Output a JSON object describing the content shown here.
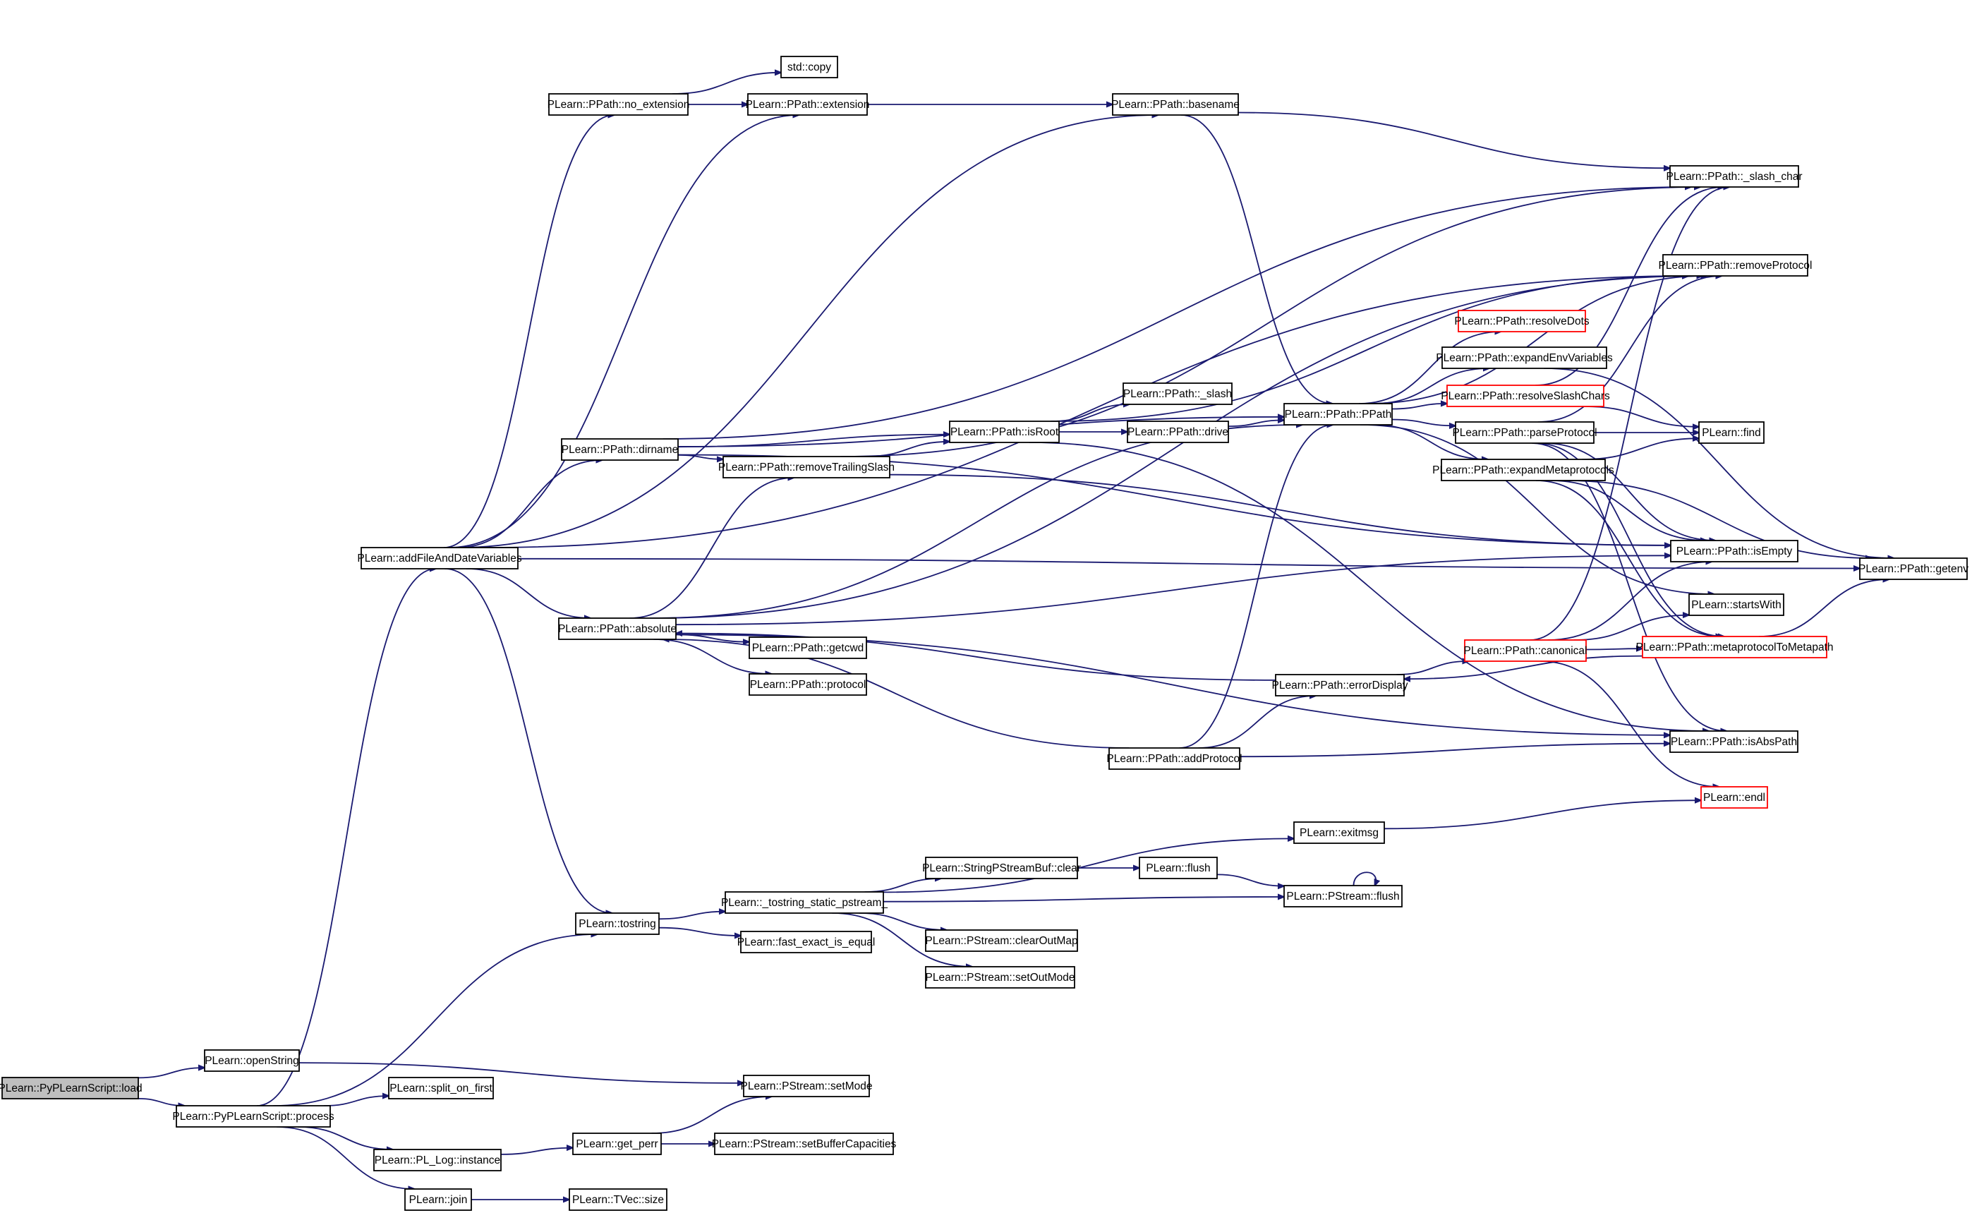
{
  "graph": {
    "edge_color": "#191970",
    "root_fill": "#bfbfbf",
    "truncated_border_color": "#ff0000",
    "nodes": [
      {
        "id": "load",
        "label": "PLearn::PyPLearnScript::load",
        "root": true
      },
      {
        "id": "openString",
        "label": "PLearn::openString"
      },
      {
        "id": "process",
        "label": "PLearn::PyPLearnScript::process"
      },
      {
        "id": "addFileAndDateVariables",
        "label": "PLearn::addFileAndDateVariables"
      },
      {
        "id": "no_extension",
        "label": "PLearn::PPath::no_extension"
      },
      {
        "id": "stdcopy",
        "label": "std::copy"
      },
      {
        "id": "extension",
        "label": "PLearn::PPath::extension"
      },
      {
        "id": "basename",
        "label": "PLearn::PPath::basename"
      },
      {
        "id": "slash_char",
        "label": "PLearn::PPath::_slash_char"
      },
      {
        "id": "removeProtocol",
        "label": "PLearn::PPath::removeProtocol"
      },
      {
        "id": "resolveDots",
        "label": "PLearn::PPath::resolveDots",
        "truncated": true
      },
      {
        "id": "expandEnvVariables",
        "label": "PLearn::PPath::expandEnvVariables"
      },
      {
        "id": "resolveSlashChars",
        "label": "PLearn::PPath::resolveSlashChars",
        "truncated": true
      },
      {
        "id": "slash",
        "label": "PLearn::PPath::_slash"
      },
      {
        "id": "PPath",
        "label": "PLearn::PPath::PPath"
      },
      {
        "id": "parseProtocol",
        "label": "PLearn::PPath::parseProtocol"
      },
      {
        "id": "find",
        "label": "PLearn::find"
      },
      {
        "id": "dirname",
        "label": "PLearn::PPath::dirname"
      },
      {
        "id": "isRoot",
        "label": "PLearn::PPath::isRoot"
      },
      {
        "id": "drive",
        "label": "PLearn::PPath::drive"
      },
      {
        "id": "removeTrailingSlash",
        "label": "PLearn::PPath::removeTrailingSlash"
      },
      {
        "id": "expandMetaprotocols",
        "label": "PLearn::PPath::expandMetaprotocols"
      },
      {
        "id": "isEmpty",
        "label": "PLearn::PPath::isEmpty"
      },
      {
        "id": "getenv",
        "label": "PLearn::PPath::getenv"
      },
      {
        "id": "startsWith",
        "label": "PLearn::startsWith"
      },
      {
        "id": "absolute",
        "label": "PLearn::PPath::absolute"
      },
      {
        "id": "canonical",
        "label": "PLearn::PPath::canonical",
        "truncated": true
      },
      {
        "id": "metaprotocolToMetapath",
        "label": "PLearn::PPath::metaprotocolToMetapath",
        "truncated": true
      },
      {
        "id": "getcwd",
        "label": "PLearn::PPath::getcwd"
      },
      {
        "id": "protocol",
        "label": "PLearn::PPath::protocol"
      },
      {
        "id": "errorDisplay",
        "label": "PLearn::PPath::errorDisplay"
      },
      {
        "id": "isAbsPath",
        "label": "PLearn::PPath::isAbsPath"
      },
      {
        "id": "addProtocol",
        "label": "PLearn::PPath::addProtocol"
      },
      {
        "id": "endl",
        "label": "PLearn::endl",
        "truncated": true
      },
      {
        "id": "exitmsg",
        "label": "PLearn::exitmsg"
      },
      {
        "id": "SPBclear",
        "label": "PLearn::StringPStreamBuf::clear"
      },
      {
        "id": "flush",
        "label": "PLearn::flush"
      },
      {
        "id": "PStreamflush",
        "label": "PLearn::PStream::flush"
      },
      {
        "id": "tostring",
        "label": "PLearn::tostring"
      },
      {
        "id": "tostring_static",
        "label": "PLearn::_tostring_static_pstream_"
      },
      {
        "id": "fast_exact",
        "label": "PLearn::fast_exact_is_equal"
      },
      {
        "id": "clearOutMap",
        "label": "PLearn::PStream::clearOutMap"
      },
      {
        "id": "setOutMode",
        "label": "PLearn::PStream::setOutMode"
      },
      {
        "id": "setMode",
        "label": "PLearn::PStream::setMode"
      },
      {
        "id": "split_on_first",
        "label": "PLearn::split_on_first"
      },
      {
        "id": "PL_Log",
        "label": "PLearn::PL_Log::instance"
      },
      {
        "id": "get_perr",
        "label": "PLearn::get_perr"
      },
      {
        "id": "setBufferCapacities",
        "label": "PLearn::PStream::setBufferCapacities"
      },
      {
        "id": "join",
        "label": "PLearn::join"
      },
      {
        "id": "TVecsize",
        "label": "PLearn::TVec::size"
      }
    ],
    "edges": [
      [
        "load",
        "openString"
      ],
      [
        "load",
        "process"
      ],
      [
        "openString",
        "setMode"
      ],
      [
        "process",
        "addFileAndDateVariables"
      ],
      [
        "process",
        "split_on_first"
      ],
      [
        "process",
        "PL_Log"
      ],
      [
        "process",
        "join"
      ],
      [
        "process",
        "tostring"
      ],
      [
        "addFileAndDateVariables",
        "no_extension"
      ],
      [
        "addFileAndDateVariables",
        "extension"
      ],
      [
        "addFileAndDateVariables",
        "basename"
      ],
      [
        "addFileAndDateVariables",
        "removeProtocol"
      ],
      [
        "addFileAndDateVariables",
        "dirname"
      ],
      [
        "addFileAndDateVariables",
        "absolute"
      ],
      [
        "addFileAndDateVariables",
        "tostring"
      ],
      [
        "addFileAndDateVariables",
        "getenv"
      ],
      [
        "no_extension",
        "stdcopy"
      ],
      [
        "no_extension",
        "extension"
      ],
      [
        "extension",
        "basename"
      ],
      [
        "basename",
        "slash_char"
      ],
      [
        "basename",
        "PPath"
      ],
      [
        "dirname",
        "slash_char"
      ],
      [
        "dirname",
        "isRoot"
      ],
      [
        "dirname",
        "removeTrailingSlash"
      ],
      [
        "dirname",
        "PPath"
      ],
      [
        "dirname",
        "isEmpty"
      ],
      [
        "isRoot",
        "slash"
      ],
      [
        "isRoot",
        "drive"
      ],
      [
        "isRoot",
        "removeProtocol"
      ],
      [
        "isRoot",
        "isAbsPath"
      ],
      [
        "drive",
        "PPath"
      ],
      [
        "removeTrailingSlash",
        "slash_char"
      ],
      [
        "removeTrailingSlash",
        "isRoot"
      ],
      [
        "removeTrailingSlash",
        "isEmpty"
      ],
      [
        "PPath",
        "resolveDots"
      ],
      [
        "PPath",
        "expandEnvVariables"
      ],
      [
        "PPath",
        "resolveSlashChars"
      ],
      [
        "PPath",
        "parseProtocol"
      ],
      [
        "PPath",
        "expandMetaprotocols"
      ],
      [
        "PPath",
        "removeProtocol"
      ],
      [
        "PPath",
        "startsWith"
      ],
      [
        "expandEnvVariables",
        "getenv"
      ],
      [
        "resolveSlashChars",
        "slash_char"
      ],
      [
        "resolveSlashChars",
        "find"
      ],
      [
        "parseProtocol",
        "find"
      ],
      [
        "parseProtocol",
        "removeProtocol"
      ],
      [
        "parseProtocol",
        "isEmpty"
      ],
      [
        "parseProtocol",
        "isAbsPath"
      ],
      [
        "parseProtocol",
        "metaprotocolToMetapath"
      ],
      [
        "expandMetaprotocols",
        "find"
      ],
      [
        "expandMetaprotocols",
        "isEmpty"
      ],
      [
        "expandMetaprotocols",
        "getenv"
      ],
      [
        "expandMetaprotocols",
        "metaprotocolToMetapath"
      ],
      [
        "absolute",
        "removeTrailingSlash"
      ],
      [
        "absolute",
        "PPath"
      ],
      [
        "absolute",
        "isEmpty"
      ],
      [
        "absolute",
        "getcwd"
      ],
      [
        "absolute",
        "protocol"
      ],
      [
        "absolute",
        "isAbsPath"
      ],
      [
        "absolute",
        "removeProtocol"
      ],
      [
        "errorDisplay",
        "absolute"
      ],
      [
        "errorDisplay",
        "canonical"
      ],
      [
        "addProtocol",
        "absolute"
      ],
      [
        "addProtocol",
        "PPath"
      ],
      [
        "addProtocol",
        "errorDisplay"
      ],
      [
        "addProtocol",
        "isAbsPath"
      ],
      [
        "canonical",
        "isEmpty"
      ],
      [
        "canonical",
        "metaprotocolToMetapath"
      ],
      [
        "canonical",
        "endl"
      ],
      [
        "canonical",
        "slash_char"
      ],
      [
        "canonical",
        "startsWith"
      ],
      [
        "metaprotocolToMetapath",
        "getenv"
      ],
      [
        "metaprotocolToMetapath",
        "errorDisplay"
      ],
      [
        "exitmsg",
        "endl"
      ],
      [
        "tostring",
        "tostring_static"
      ],
      [
        "tostring",
        "fast_exact"
      ],
      [
        "tostring_static",
        "SPBclear"
      ],
      [
        "tostring_static",
        "PStreamflush"
      ],
      [
        "tostring_static",
        "clearOutMap"
      ],
      [
        "tostring_static",
        "setOutMode"
      ],
      [
        "tostring_static",
        "exitmsg"
      ],
      [
        "SPBclear",
        "flush"
      ],
      [
        "flush",
        "PStreamflush"
      ],
      [
        "PStreamflush",
        "PStreamflush"
      ],
      [
        "PL_Log",
        "get_perr"
      ],
      [
        "get_perr",
        "setMode"
      ],
      [
        "get_perr",
        "setBufferCapacities"
      ],
      [
        "join",
        "TVecsize"
      ]
    ]
  }
}
